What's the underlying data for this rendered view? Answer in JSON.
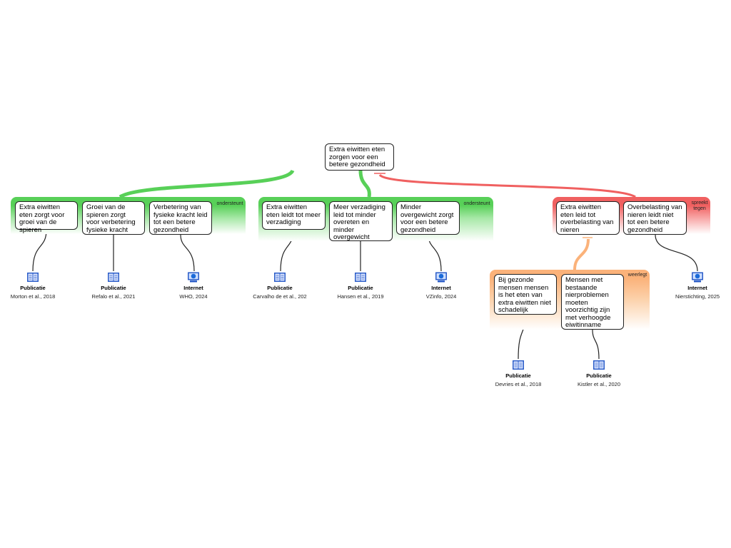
{
  "root": {
    "text": "Extra eiwitten eten zorgen voor een betere gezondheid"
  },
  "groups": [
    {
      "relation": "ondersteunt",
      "color": "#58d058",
      "claims": [
        {
          "text": "Extra eiwitten eten zorgt voor groei van de spieren",
          "source": {
            "type": "Publicatie",
            "icon": "book-icon",
            "citation": "Morton et al., 2018"
          }
        },
        {
          "text": "Groei van de spieren zorgt voor verbetering fysieke kracht",
          "source": {
            "type": "Publicatie",
            "icon": "book-icon",
            "citation": "Refalo et al., 2021"
          }
        },
        {
          "text": "Verbetering van fysieke kracht leid tot een betere gezondheid",
          "source": {
            "type": "Internet",
            "icon": "globe-monitor-icon",
            "citation": "WHO, 2024"
          }
        }
      ]
    },
    {
      "relation": "ondersteunt",
      "color": "#58d058",
      "claims": [
        {
          "text": "Extra eiwitten eten leidt tot meer verzadiging",
          "source": {
            "type": "Publicatie",
            "icon": "book-icon",
            "citation": "Carvalho de et al., 202"
          }
        },
        {
          "text": "Meer verzadiging leid tot minder overeten en minder overgewicht",
          "source": {
            "type": "Publicatie",
            "icon": "book-icon",
            "citation": "Hansen et al., 2019"
          }
        },
        {
          "text": "Minder overgewicht zorgt voor een betere gezondheid",
          "source": {
            "type": "Internet",
            "icon": "globe-monitor-icon",
            "citation": "VZinfo, 2024"
          }
        }
      ]
    },
    {
      "relation": "spreekt tegen",
      "color": "#f06060",
      "claims": [
        {
          "text": "Extra eiwitten eten leid tot overbelasting van nieren"
        },
        {
          "text": "Overbelasting van nieren leidt niet tot een betere gezondheid",
          "source": {
            "type": "Internet",
            "icon": "globe-monitor-icon",
            "citation": "Nierstichting, 2025"
          }
        }
      ]
    },
    {
      "relation": "weerlegt",
      "color": "#fbb27a",
      "claims": [
        {
          "text": "Bij gezonde mensen mensen is het eten van extra eiwitten niet schadelijk",
          "source": {
            "type": "Publicatie",
            "icon": "book-icon",
            "citation": "Devries et al., 2018"
          }
        },
        {
          "text": "Mensen met bestaande nierproblemen moeten voorzichtig zijn met verhoogde eiwitinname",
          "source": {
            "type": "Publicatie",
            "icon": "book-icon",
            "citation": "Kistler et al., 2020"
          }
        }
      ]
    }
  ]
}
